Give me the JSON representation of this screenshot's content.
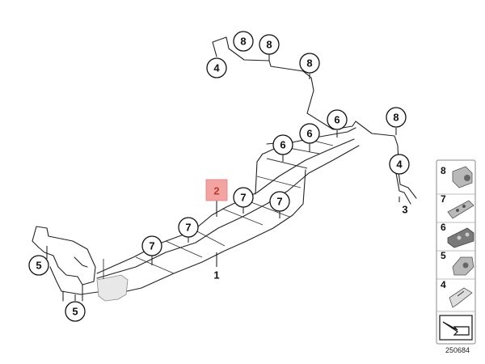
{
  "highlight_label": "2",
  "callouts": {
    "c_4_top": "4",
    "c_8_a": "8",
    "c_8_b": "8",
    "c_8_c": "8",
    "c_8_right": "8",
    "c_6_a": "6",
    "c_6_b": "6",
    "c_6_c": "6",
    "c_4_right": "4",
    "c_7_a": "7",
    "c_7_b": "7",
    "c_7_c": "7",
    "c_7_d": "7",
    "c_5_a": "5",
    "c_5_b": "5"
  },
  "plain_labels": {
    "label_1": "1",
    "label_3": "3"
  },
  "legend": {
    "items": [
      {
        "number": "8",
        "part": "clip-type-8"
      },
      {
        "number": "7",
        "part": "clip-type-7"
      },
      {
        "number": "6",
        "part": "clip-type-6"
      },
      {
        "number": "5",
        "part": "clip-type-5"
      },
      {
        "number": "4",
        "part": "bracket-type-4"
      }
    ],
    "arrow_icon": "arrow-icon"
  },
  "diagram_code": "250684",
  "colors": {
    "highlight": "#f4a3a3",
    "highlight_text": "#c0392b"
  }
}
